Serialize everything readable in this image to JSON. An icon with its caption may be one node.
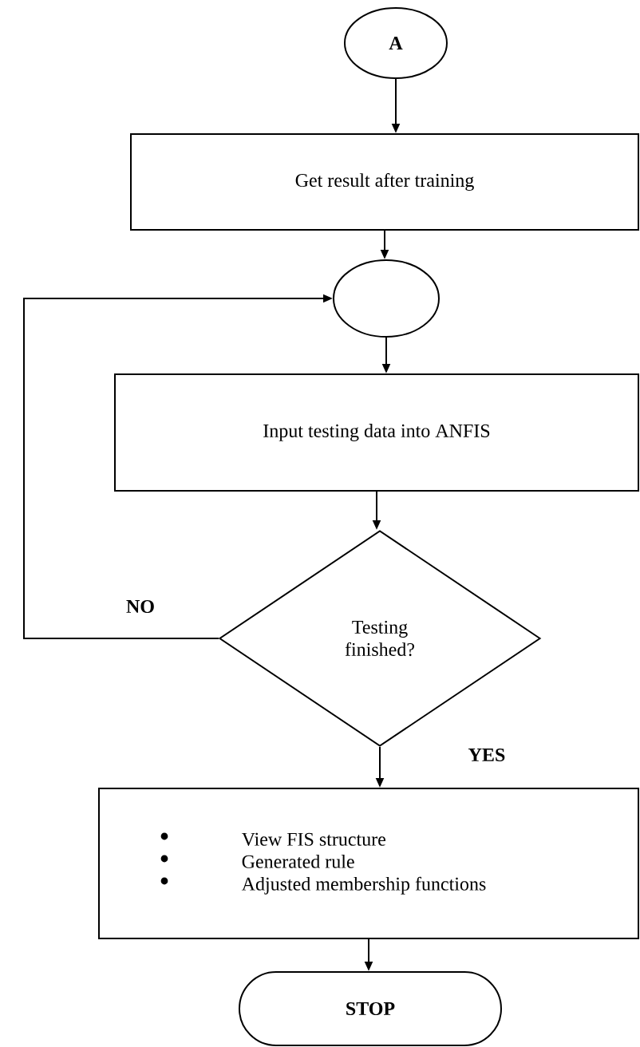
{
  "diagram": {
    "nodes": [
      {
        "text": [
          "A"
        ]
      },
      {
        "text": [
          "Get result after training"
        ]
      },
      {
        "text": [],
        "shape": "circle"
      },
      {
        "text": [
          "Input testing data into ANFIS"
        ]
      },
      {
        "text": [
          "Testing finished?"
        ]
      },
      {
        "text": [
          "View FIS structure",
          "Generated rule",
          "Adjusted membership functions"
        ]
      },
      {
        "text": [
          "STOP"
        ]
      }
    ],
    "edges": [
      {
        "from": 0,
        "to": 1,
        "arrow": "to"
      },
      {
        "from": 1,
        "to": 2,
        "arrow": "to"
      },
      {
        "from": 2,
        "to": 3,
        "arrow": "to"
      },
      {
        "from": 3,
        "to": 4,
        "arrow": "to"
      },
      {
        "from": 4,
        "to": 2,
        "arrow": "to",
        "label": "NO"
      },
      {
        "from": 4,
        "to": 5,
        "arrow": "to",
        "label": "YES"
      },
      {
        "from": 5,
        "to": 6,
        "arrow": "to"
      }
    ]
  }
}
